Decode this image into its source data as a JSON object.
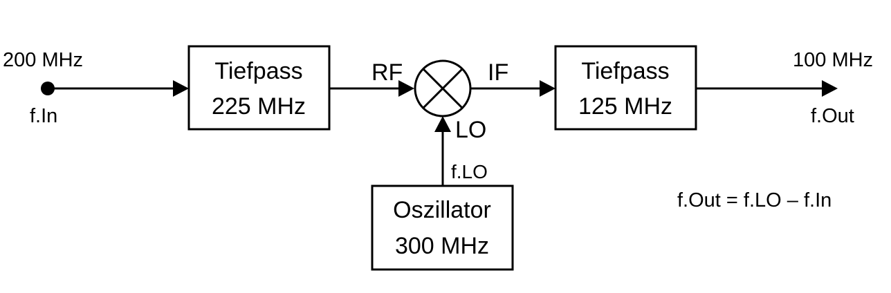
{
  "input": {
    "frequency": "200 MHz",
    "name": "f.In"
  },
  "lowpass_in": {
    "line1": "Tiefpass",
    "line2": "225 MHz"
  },
  "mixer": {
    "rf_label": "RF",
    "if_label": "IF",
    "lo_label": "LO"
  },
  "oscillator": {
    "line1": "Oszillator",
    "line2": "300 MHz",
    "output_name": "f.LO"
  },
  "lowpass_out": {
    "line1": "Tiefpass",
    "line2": "125 MHz"
  },
  "output": {
    "frequency": "100 MHz",
    "name": "f.Out"
  },
  "formula": "f.Out = f.LO – f.In",
  "colors": {
    "stroke": "#000000",
    "background": "#ffffff"
  }
}
